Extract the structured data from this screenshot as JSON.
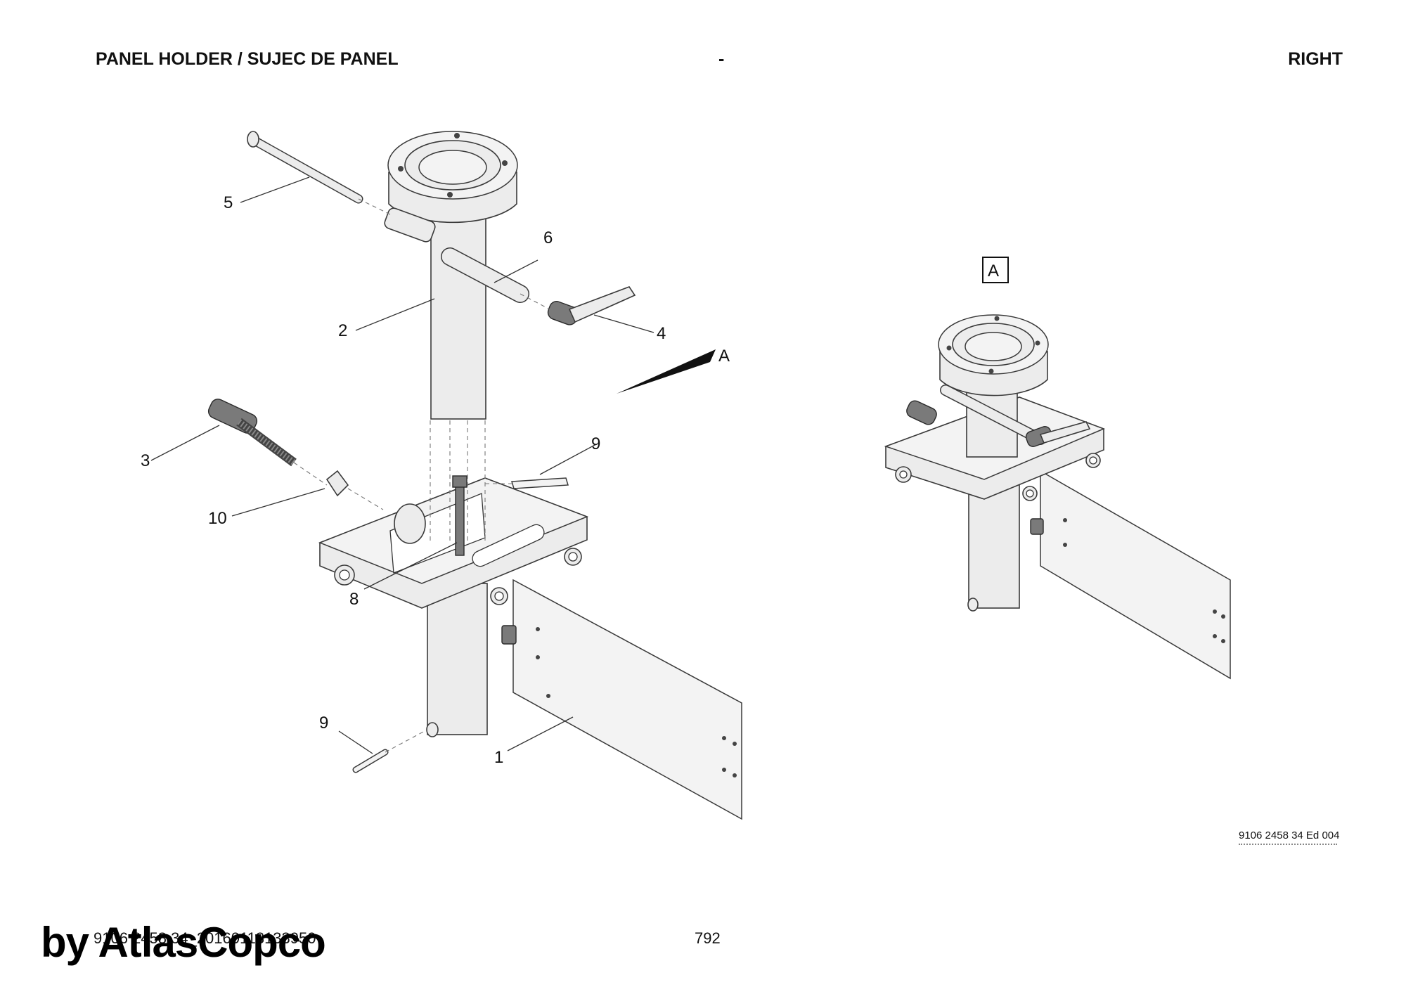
{
  "header": {
    "title": "PANEL HOLDER / SUJEC DE PANEL",
    "separator": "-",
    "side": "RIGHT"
  },
  "callouts": {
    "c1": "1",
    "c2": "2",
    "c3": "3",
    "c4": "4",
    "c5": "5",
    "c6": "6",
    "c8": "8",
    "c9_top": "9",
    "c9_bottom": "9",
    "c10": "10"
  },
  "view": {
    "arrow_label": "A",
    "detail_label": "A"
  },
  "document": {
    "drawing_code": "9106 2458 34 Ed 004",
    "footer_id": "9106 2458 34_20160113133950",
    "page_number": "792",
    "watermark": "by AtlasCopco"
  }
}
